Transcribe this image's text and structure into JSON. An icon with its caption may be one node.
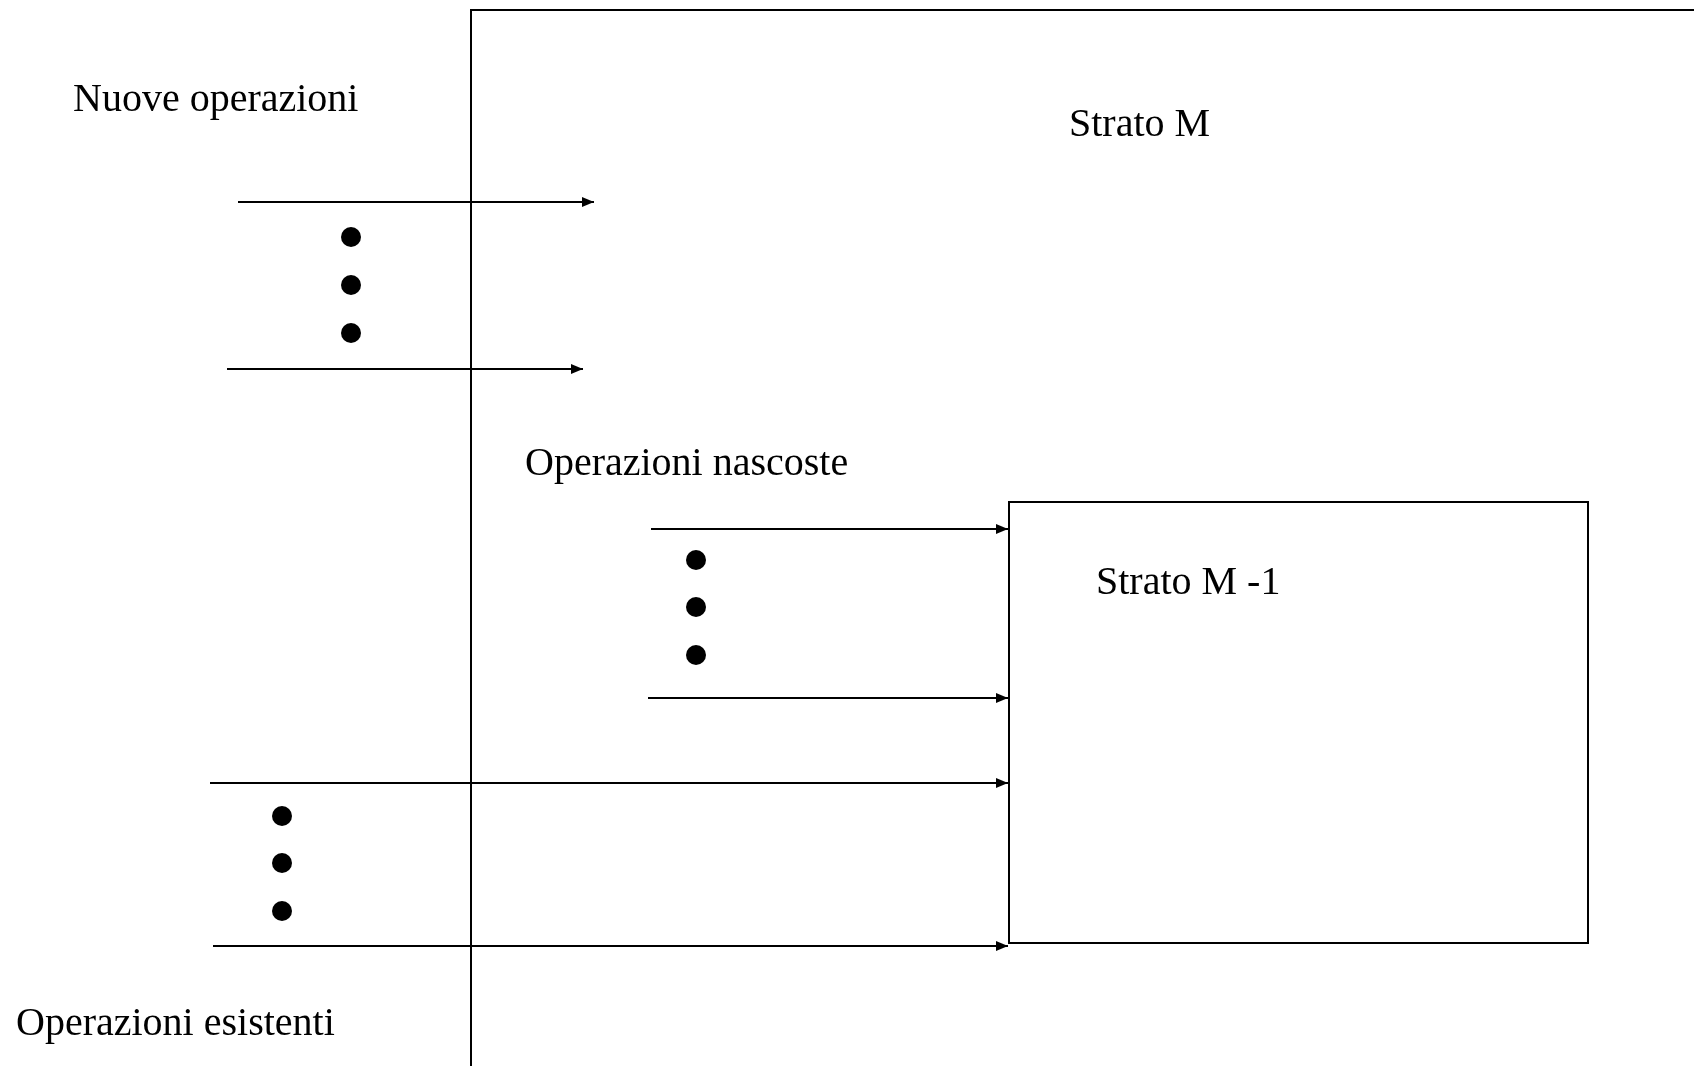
{
  "diagram": {
    "nodes": [
      {
        "text": [
          "Strato M"
        ]
      },
      {
        "text": [
          "Strato M -1"
        ],
        "in": 0
      }
    ],
    "edges": [
      {
        "from": null,
        "to": 0,
        "arrow": "to"
      },
      {
        "from": null,
        "to": 0,
        "arrow": "to"
      },
      {
        "from": null,
        "to": 1,
        "arrow": "to"
      },
      {
        "from": null,
        "to": 1,
        "arrow": "to"
      },
      {
        "from": null,
        "to": 1,
        "arrow": "to"
      },
      {
        "from": null,
        "to": 1,
        "arrow": "to"
      }
    ],
    "labels": [
      "Nuove operazioni",
      "Operazioni nascoste",
      "Operazioni esistenti"
    ]
  }
}
